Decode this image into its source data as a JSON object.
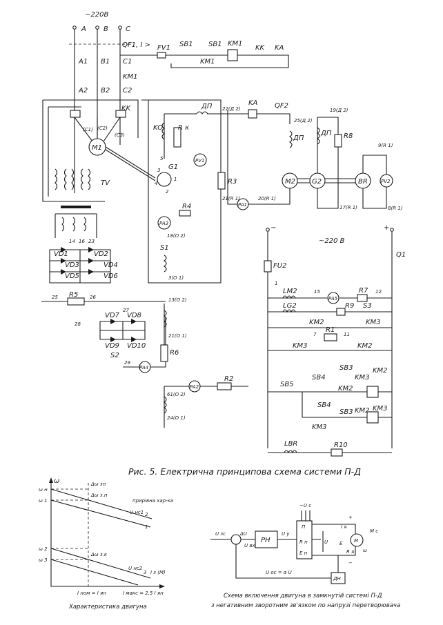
{
  "main_diagram": {
    "supply_left": "~220В",
    "phases": [
      "A",
      "B",
      "C"
    ],
    "line_labels": [
      "A1",
      "B1",
      "C1",
      "A2",
      "B2",
      "C2"
    ],
    "breaker": "QF1, I >",
    "fuse_top": "FV1",
    "sb1": "SB1",
    "sb1b": "SB1",
    "km1_coil": "KM1",
    "km1_contact": "KM1",
    "km1_line": "KM1",
    "kk": "KK",
    "kk_relay": "KK",
    "ka": "KA",
    "ka_relay": "KA",
    "qf2": "QF2",
    "motor_m1": "M1",
    "m1_terminals": [
      "(C1)",
      "(C2)",
      "(C3)"
    ],
    "tv": "TV",
    "g1": "G1",
    "ko": "KO",
    "rk": "R к",
    "dp1": "ДП",
    "dp2": "ДП",
    "dp3": "ДП",
    "pv1": "PV1",
    "r3": "R3",
    "r4": "R4",
    "pa1": "PA1",
    "pa3": "PA3",
    "m2": "M2",
    "g2": "G2",
    "br": "BR",
    "pv2": "PV2",
    "r8": "R8",
    "s1": "S1",
    "r6": "R6",
    "pa4": "PA4",
    "pa2": "PA2",
    "r2": "R2",
    "s2": "S2",
    "r5": "R5",
    "diodes_left": [
      "VD1",
      "VD3",
      "VD5"
    ],
    "diodes_right": [
      "VD2",
      "VD4",
      "VD6"
    ],
    "diodes_bottom": [
      "VD7",
      "VD8",
      "VD9",
      "VD10"
    ],
    "wire_numbers": [
      "22(Д 2)",
      "25(Д 2)",
      "19(Д 2)",
      "9(R 1)",
      "21(R 1)",
      "20(R 1)",
      "17(R 1)",
      "8(R 1)",
      "18(О 2)",
      "3(О 1)",
      "13(О 2)",
      "21(О 1)",
      "61(О 2)",
      "24(О 1)",
      "14",
      "16",
      "23",
      "25",
      "26",
      "27",
      "28",
      "29",
      "1",
      "2",
      "3",
      "4",
      "5"
    ],
    "supply_right": "~220 В",
    "q1": "Q1",
    "fu2": "FU2",
    "node_1": "1",
    "lm2": "LM2",
    "pa5": "PA5",
    "r7": "R7",
    "lg2": "LG2",
    "r9": "R9",
    "s3": "S3",
    "km2_a": "KM2",
    "km3_a": "KM3",
    "r1": "R1",
    "km3_b": "KM3",
    "km2_b": "KM2",
    "sb5": "SB5",
    "sb4": "SB4",
    "sb4b": "SB4",
    "sb3": "SB3",
    "sb3b": "SB3",
    "km3_c": "KM3",
    "km2_coil": "KM2",
    "km2_c": "KM2",
    "km3_d": "KM3",
    "km3_coil": "KM3",
    "km2_d": "KM2",
    "lbr": "LBR",
    "r10": "R10",
    "nums_right": [
      "15",
      "12",
      "7",
      "11"
    ]
  },
  "caption": "Рис. 5. Електрична принципова схема системи П-Д",
  "characteristic": {
    "title": "Характеристика двигуна",
    "y_axis": "ω",
    "x_axis": "I з (M)",
    "y_marks": [
      "ω н",
      "ω 1",
      "ω 2",
      "ω 3"
    ],
    "curve_labels": [
      "1",
      "2",
      "3"
    ],
    "deltas": [
      "Δω зп",
      "Δω з.п",
      "Δω з.к"
    ],
    "notes": [
      "прирівна хар-ка",
      "U нс1",
      "U нс2"
    ],
    "x_marks": [
      "I ном = I ян",
      "I макс = 2,5 I ян"
    ]
  },
  "closed_loop": {
    "title1": "Схема включення двигуна в замкнутій системі П-Д",
    "title2": "з негативним зворотним зв'язком по напрузі перетворювача",
    "u3c": "U зс",
    "delta_u": "ΔU",
    "u_bx": "U вх",
    "rn": "РН",
    "u_y": "U у",
    "p": "П",
    "minus_uc": "−U с",
    "rp": "R п",
    "ep": "E п",
    "u": "U",
    "id": "I я",
    "e": "E",
    "ra": "R я",
    "m": "M",
    "mc": "M с",
    "omega": "ω",
    "plus": "+",
    "minus": "−",
    "feedback": "U ос = α U",
    "dn": "ДН"
  }
}
